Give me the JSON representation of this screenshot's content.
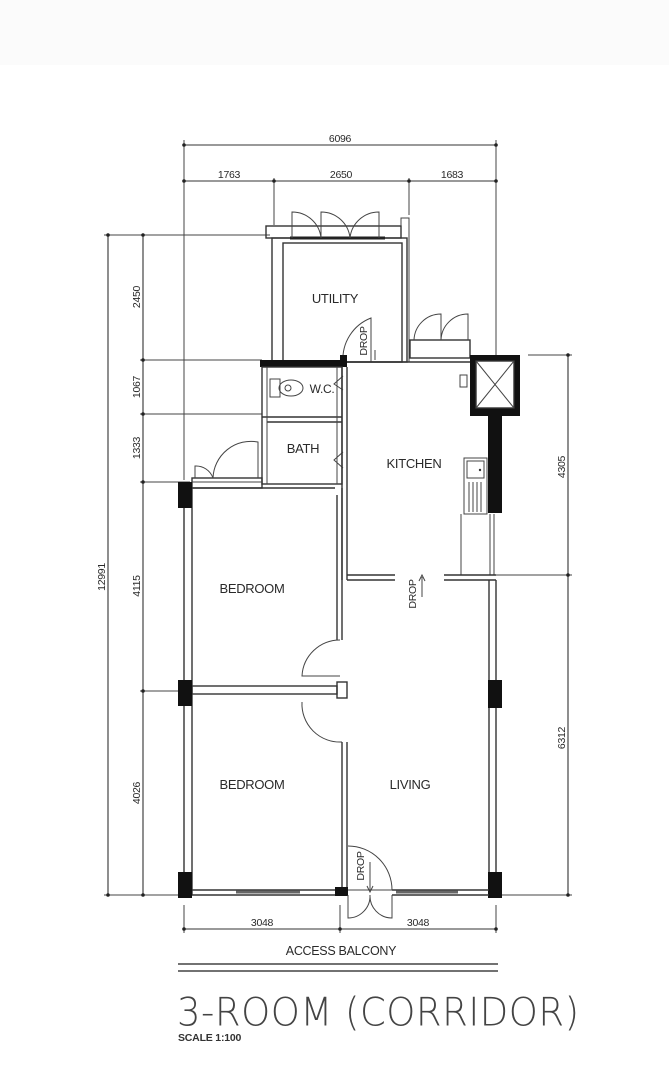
{
  "plan": {
    "title": "3-ROOM (CORRIDOR)",
    "scale": "SCALE 1:100",
    "rooms": {
      "utility": "UTILITY",
      "wc": "W.C.",
      "bath": "BATH",
      "kitchen": "KITCHEN",
      "bedroom_1": "BEDROOM",
      "bedroom_2": "BEDROOM",
      "living": "LIVING"
    },
    "annotations": {
      "drop_utility": "DROP",
      "drop_kitchen": "DROP",
      "drop_entrance": "DROP",
      "access_balcony": "ACCESS BALCONY"
    },
    "dimensions": {
      "top_total": "6096",
      "top_left": "1763",
      "top_mid": "2650",
      "top_right": "1683",
      "left_total": "12991",
      "left_utility": "2450",
      "left_wc": "1067",
      "left_bath": "1333",
      "left_bedroom_1": "4115",
      "left_bedroom_2": "4026",
      "right_kitchen": "4305",
      "right_living": "6312",
      "bottom_left": "3048",
      "bottom_right": "3048"
    }
  }
}
